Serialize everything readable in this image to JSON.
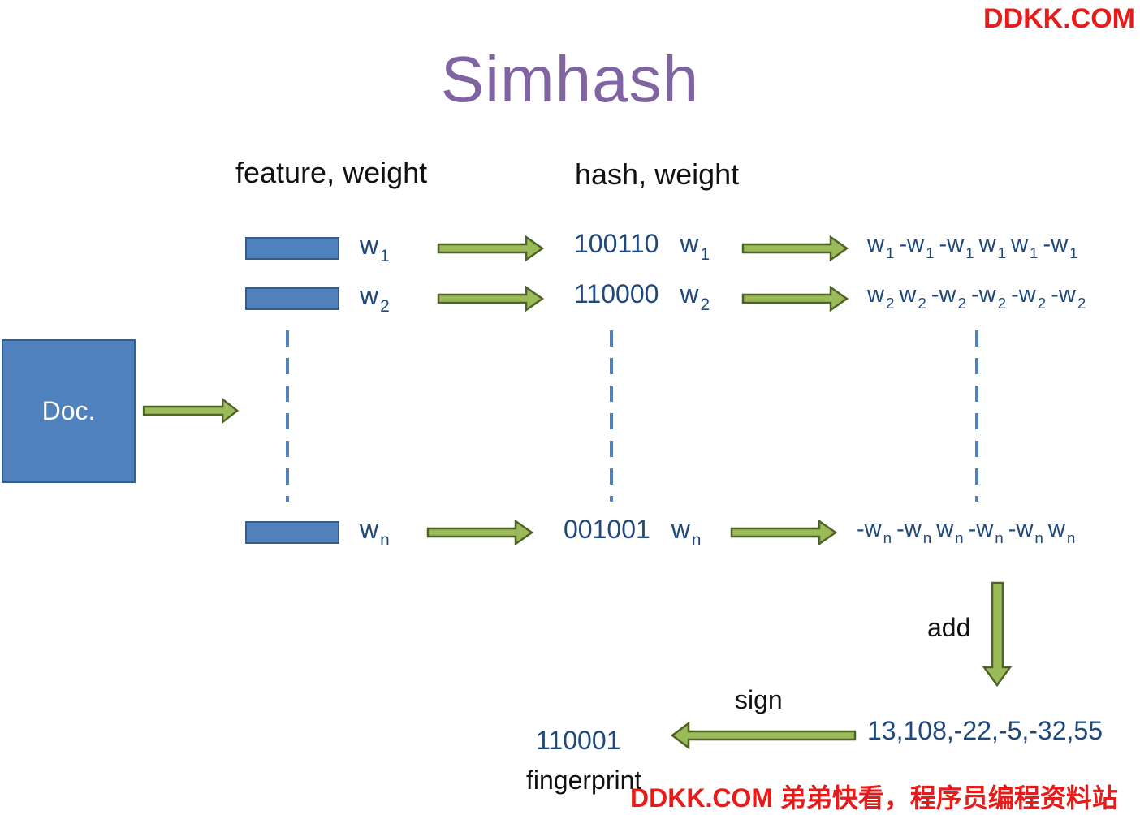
{
  "title": "Simhash",
  "watermark_top": "DDKK.COM",
  "watermark_bottom": "DDKK.COM 弟弟快看，程序员编程资料站",
  "doc_label": "Doc.",
  "col1_heading": "feature, weight",
  "col2_heading": "hash, weight",
  "rows": [
    {
      "weight": "w",
      "weight_sub": "1",
      "hash": "100110",
      "vector": [
        {
          "sign": "",
          "w": "w",
          "sub": "1"
        },
        {
          "sign": "-",
          "w": "w",
          "sub": "1"
        },
        {
          "sign": "-",
          "w": "w",
          "sub": "1"
        },
        {
          "sign": "",
          "w": "w",
          "sub": "1"
        },
        {
          "sign": "",
          "w": "w",
          "sub": "1"
        },
        {
          "sign": "-",
          "w": "w",
          "sub": "1"
        }
      ]
    },
    {
      "weight": "w",
      "weight_sub": "2",
      "hash": "110000",
      "vector": [
        {
          "sign": "",
          "w": "w",
          "sub": "2"
        },
        {
          "sign": "",
          "w": "w",
          "sub": "2"
        },
        {
          "sign": "-",
          "w": "w",
          "sub": "2"
        },
        {
          "sign": "-",
          "w": "w",
          "sub": "2"
        },
        {
          "sign": "-",
          "w": "w",
          "sub": "2"
        },
        {
          "sign": "-",
          "w": "w",
          "sub": "2"
        }
      ]
    },
    {
      "weight": "w",
      "weight_sub": "n",
      "hash": "001001",
      "vector": [
        {
          "sign": "-",
          "w": "w",
          "sub": "n"
        },
        {
          "sign": "-",
          "w": "w",
          "sub": "n"
        },
        {
          "sign": "",
          "w": "w",
          "sub": "n"
        },
        {
          "sign": "-",
          "w": "w",
          "sub": "n"
        },
        {
          "sign": "-",
          "w": "w",
          "sub": "n"
        },
        {
          "sign": "",
          "w": "w",
          "sub": "n"
        }
      ]
    }
  ],
  "add_label": "add",
  "sum_values": "13,108,-22,-5,-32,55",
  "sign_label": "sign",
  "fingerprint_value": "110001",
  "fingerprint_label": "fingerprint",
  "colors": {
    "title": "#8064a2",
    "box_fill": "#4f81bd",
    "box_border": "#385d8a",
    "arrow_fill": "#9bbb59",
    "text_blue": "#1f497d",
    "watermark": "#e81b1b"
  }
}
